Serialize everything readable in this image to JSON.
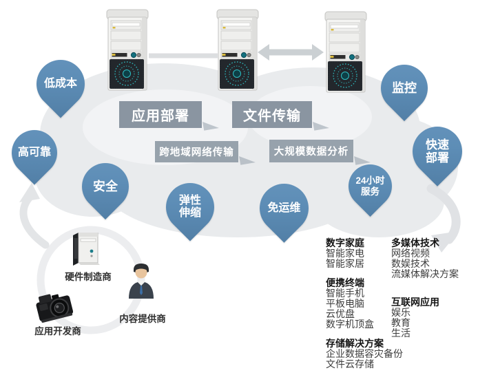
{
  "pins": {
    "low_cost": {
      "line1": "低成本"
    },
    "high_reliability": {
      "line1": "高可靠"
    },
    "security": {
      "line1": "安全"
    },
    "elastic_scaling": {
      "line1": "弹性",
      "line2": "伸缩"
    },
    "no_ops": {
      "line1": "免运维"
    },
    "service_24h": {
      "line1": "24小时",
      "line2": "服务"
    },
    "monitoring": {
      "line1": "监控"
    },
    "rapid_deploy": {
      "line1": "快速",
      "line2": "部署"
    }
  },
  "boxes": {
    "app_deploy": "应用部署",
    "file_transfer": "文件传输",
    "cross_region": "跨地域网络传输",
    "big_data": "大规模数据分析"
  },
  "providers": {
    "hardware": "硬件制造商",
    "content": "内容提供商",
    "app_dev": "应用开发商"
  },
  "categories": {
    "digital_home": {
      "title": "数字家庭",
      "items": [
        "智能家电",
        "智能家居"
      ]
    },
    "portable_devices": {
      "title": "便携终端",
      "items": [
        "智能手机",
        "平板电脑",
        "云优盘",
        "数字机顶盒"
      ]
    },
    "storage_solutions": {
      "title": "存储解决方案",
      "items": [
        "企业数据容灾备份",
        "文件云存储"
      ]
    },
    "multimedia_tech": {
      "title": "多媒体技术",
      "items": [
        "网络视频",
        "数娱技术",
        "流媒体解决方案"
      ]
    },
    "internet_apps": {
      "title": "互联网应用",
      "items": [
        "娱乐",
        "教育",
        "生活"
      ]
    }
  },
  "icons": {
    "server": "server-tower-icon",
    "hardware": "pc-tower-icon",
    "content": "businessman-icon",
    "app_dev": "camera-icon"
  },
  "colors": {
    "pin_blue": "#5d8db6",
    "box_dark_gray": "#8a95a1",
    "box_light_gray": "#97a2ac",
    "cloud_gray": "#e9ebed",
    "fan_teal": "#2fc0c4",
    "arrow_light": "#e2e4e7"
  }
}
